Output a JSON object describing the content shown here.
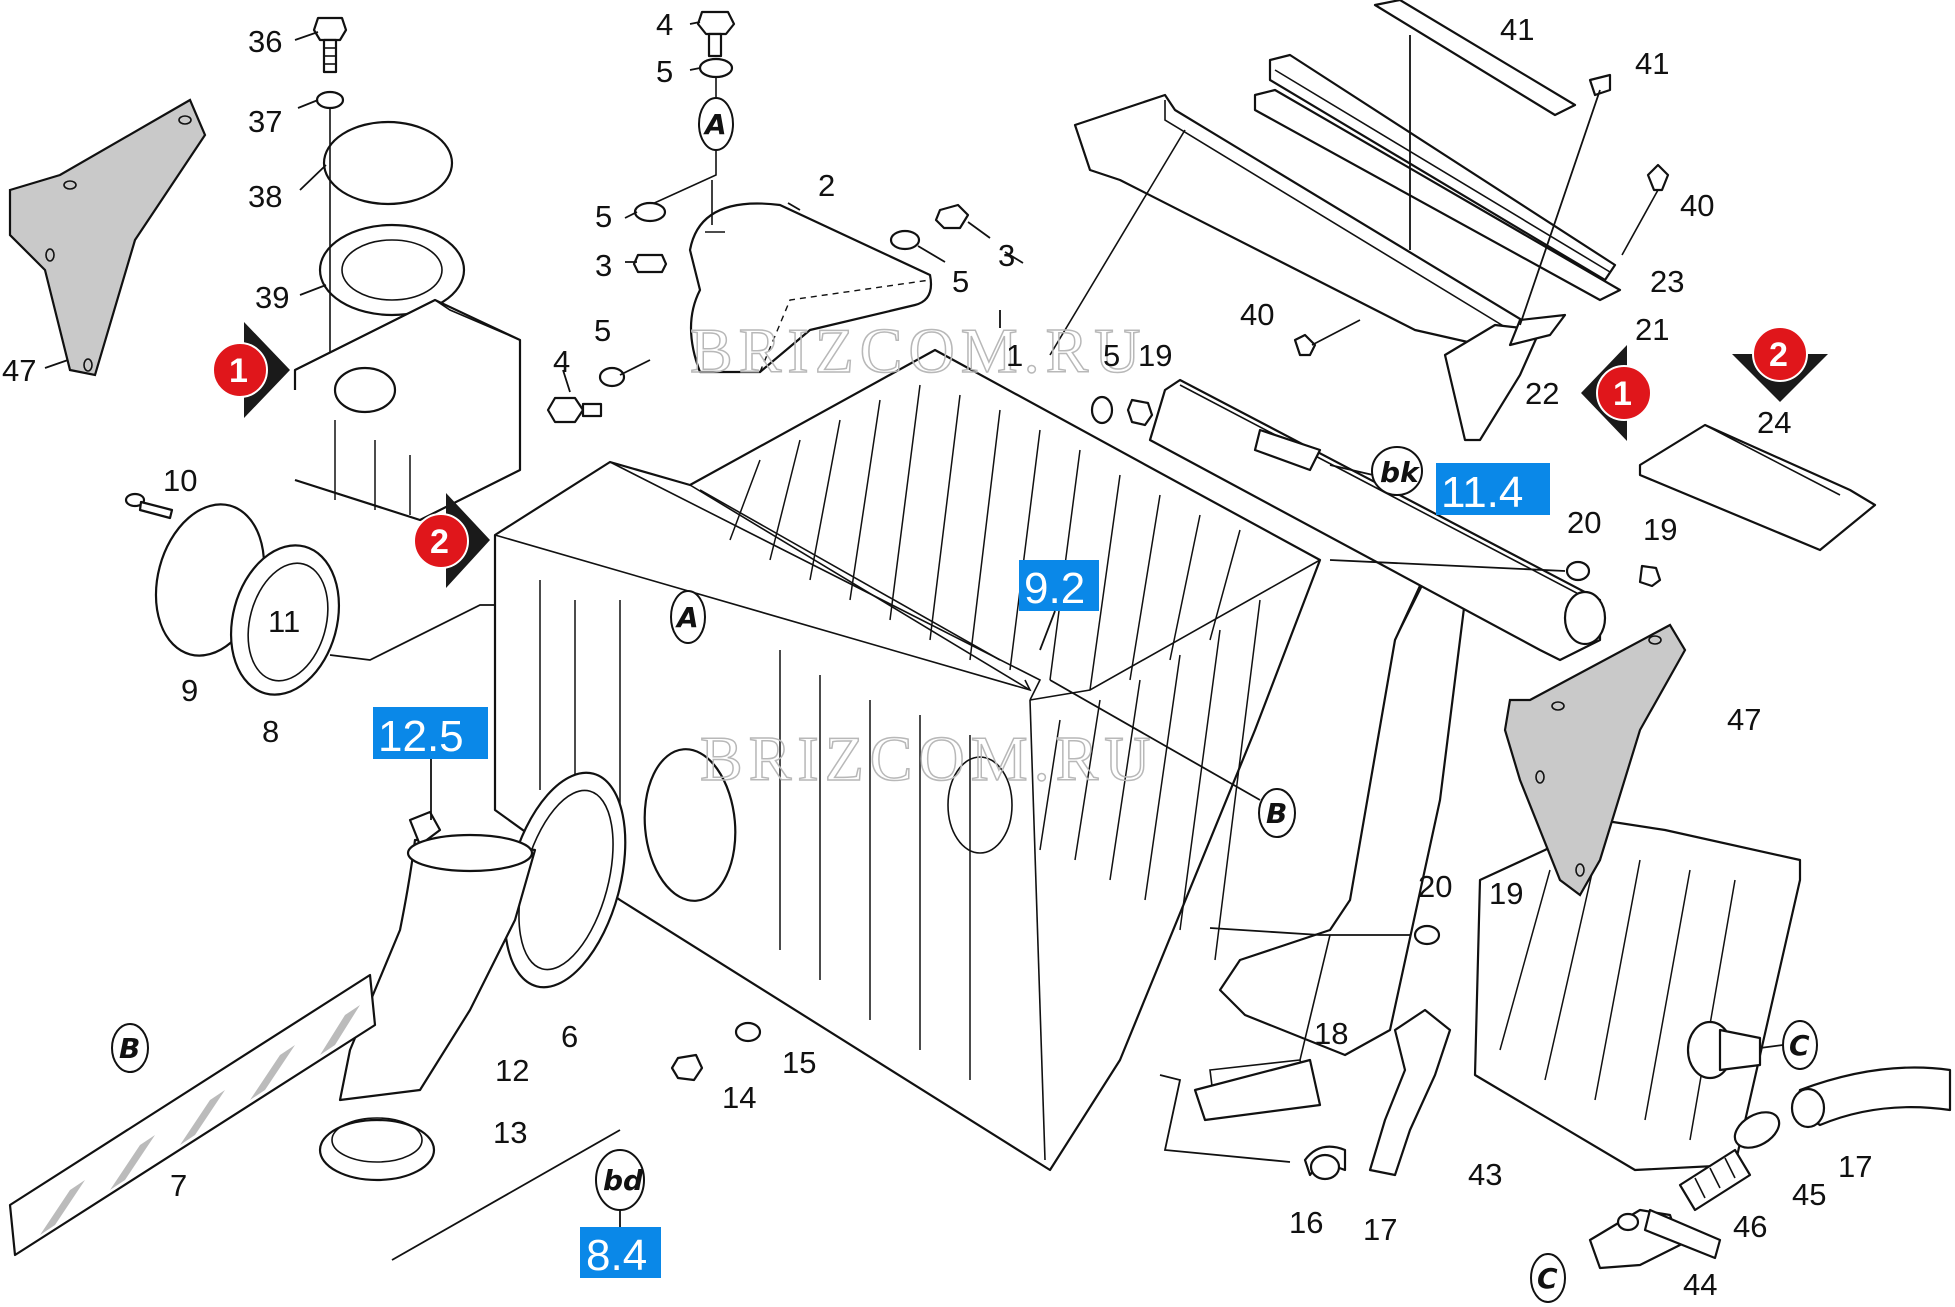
{
  "watermark": "BRIZCOM.RU",
  "labels": [
    {
      "id": "l36",
      "text": "36"
    },
    {
      "id": "l37",
      "text": "37"
    },
    {
      "id": "l38",
      "text": "38"
    },
    {
      "id": "l39",
      "text": "39"
    },
    {
      "id": "l47a",
      "text": "47"
    },
    {
      "id": "l4a",
      "text": "4"
    },
    {
      "id": "l5a",
      "text": "5"
    },
    {
      "id": "l5b",
      "text": "5"
    },
    {
      "id": "l3a",
      "text": "3"
    },
    {
      "id": "l2",
      "text": "2"
    },
    {
      "id": "l3b",
      "text": "3"
    },
    {
      "id": "l5c",
      "text": "5"
    },
    {
      "id": "l4b",
      "text": "4"
    },
    {
      "id": "l5d",
      "text": "5"
    },
    {
      "id": "l1",
      "text": "1"
    },
    {
      "id": "l5e",
      "text": "5"
    },
    {
      "id": "l19a",
      "text": "19"
    },
    {
      "id": "l41a",
      "text": "41"
    },
    {
      "id": "l41b",
      "text": "41"
    },
    {
      "id": "l40a",
      "text": "40"
    },
    {
      "id": "l23",
      "text": "23"
    },
    {
      "id": "l40b",
      "text": "40"
    },
    {
      "id": "l21",
      "text": "21"
    },
    {
      "id": "l22",
      "text": "22"
    },
    {
      "id": "l24",
      "text": "24"
    },
    {
      "id": "l10",
      "text": "10"
    },
    {
      "id": "l11",
      "text": "11"
    },
    {
      "id": "l9",
      "text": "9"
    },
    {
      "id": "l8",
      "text": "8"
    },
    {
      "id": "l20a",
      "text": "20"
    },
    {
      "id": "l19b",
      "text": "19"
    },
    {
      "id": "l47b",
      "text": "47"
    },
    {
      "id": "l6",
      "text": "6"
    },
    {
      "id": "l15",
      "text": "15"
    },
    {
      "id": "l14",
      "text": "14"
    },
    {
      "id": "l12",
      "text": "12"
    },
    {
      "id": "l13",
      "text": "13"
    },
    {
      "id": "l7",
      "text": "7"
    },
    {
      "id": "l20b",
      "text": "20"
    },
    {
      "id": "l19c",
      "text": "19"
    },
    {
      "id": "l18",
      "text": "18"
    },
    {
      "id": "l16",
      "text": "16"
    },
    {
      "id": "l17a",
      "text": "17"
    },
    {
      "id": "l43",
      "text": "43"
    },
    {
      "id": "l17b",
      "text": "17"
    },
    {
      "id": "l45",
      "text": "45"
    },
    {
      "id": "l46",
      "text": "46"
    },
    {
      "id": "l44",
      "text": "44"
    }
  ],
  "references": [
    {
      "id": "r114",
      "text": "11.4"
    },
    {
      "id": "r92",
      "text": "9.2"
    },
    {
      "id": "r125",
      "text": "12.5"
    },
    {
      "id": "r84",
      "text": "8.4"
    }
  ],
  "letter_marks": [
    {
      "id": "mA1",
      "text": "A"
    },
    {
      "id": "mA2",
      "text": "A"
    },
    {
      "id": "mB1",
      "text": "B"
    },
    {
      "id": "mB2",
      "text": "B"
    },
    {
      "id": "mC1",
      "text": "C"
    },
    {
      "id": "mC2",
      "text": "C"
    },
    {
      "id": "mbk",
      "text": "bk"
    },
    {
      "id": "mbd",
      "text": "bd"
    }
  ],
  "red_marks": [
    {
      "id": "rm1a",
      "text": "1"
    },
    {
      "id": "rm2a",
      "text": "2"
    },
    {
      "id": "rm1b",
      "text": "1"
    },
    {
      "id": "rm2b",
      "text": "2"
    }
  ]
}
